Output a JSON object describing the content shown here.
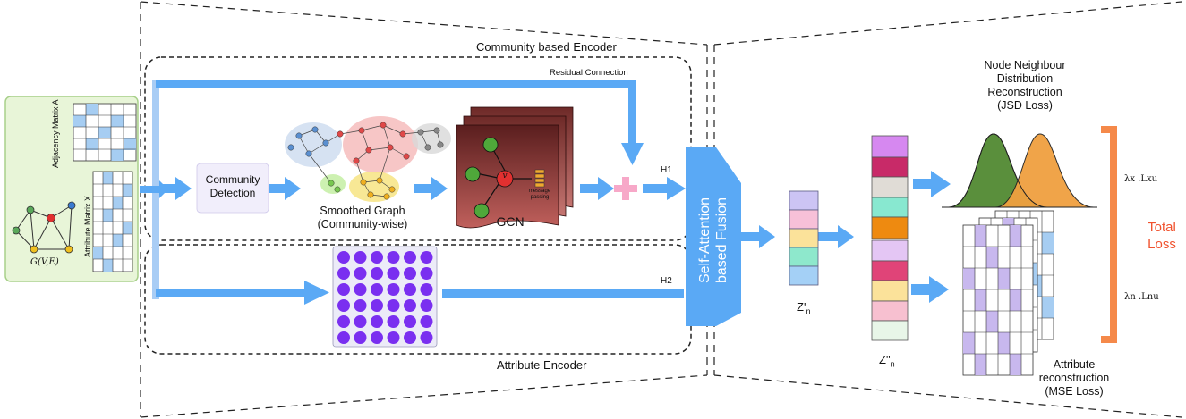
{
  "input": {
    "adjacency_label": "Adjacency Matrix A",
    "attribute_label": "Attribute Matrix X",
    "graph_label": "G(V,E)"
  },
  "community_encoder": {
    "title": "Community based Encoder",
    "residual_label": "Residual Connection",
    "community_detection": "Community Detection",
    "smoothed_graph_line1": "Smoothed Graph",
    "smoothed_graph_line2": "(Community-wise)",
    "gcn_label": "GCN",
    "node_v": "v",
    "message_passing": "message passing",
    "h1": "H1"
  },
  "attribute_encoder": {
    "title": "Attribute Encoder",
    "h2": "H2"
  },
  "fusion": {
    "label_line1": "Self-Attention",
    "label_line2": "based Fusion"
  },
  "embeddings": {
    "z_prime": "Z'",
    "z_prime_sub": "n",
    "z_double": "Z\"",
    "z_double_sub": "n"
  },
  "outputs": {
    "jsd_line1": "Node Neighbour",
    "jsd_line2": "Distribution",
    "jsd_line3": "Reconstruction",
    "jsd_line4": "(JSD Loss)",
    "mse_line1": "Attribute",
    "mse_line2": "reconstruction",
    "mse_line3": "(MSE Loss)",
    "loss_x": "λx .Lxu",
    "loss_n": "λn .Lnu",
    "total_line1": "Total",
    "total_line2": "Loss"
  },
  "colors": {
    "arrow": "#5aa9f5",
    "total": "#f0522e",
    "bracket": "#f5894a",
    "green": "#5a8f3c",
    "orange": "#f0a040",
    "node_purple": "#6a2fe0"
  }
}
